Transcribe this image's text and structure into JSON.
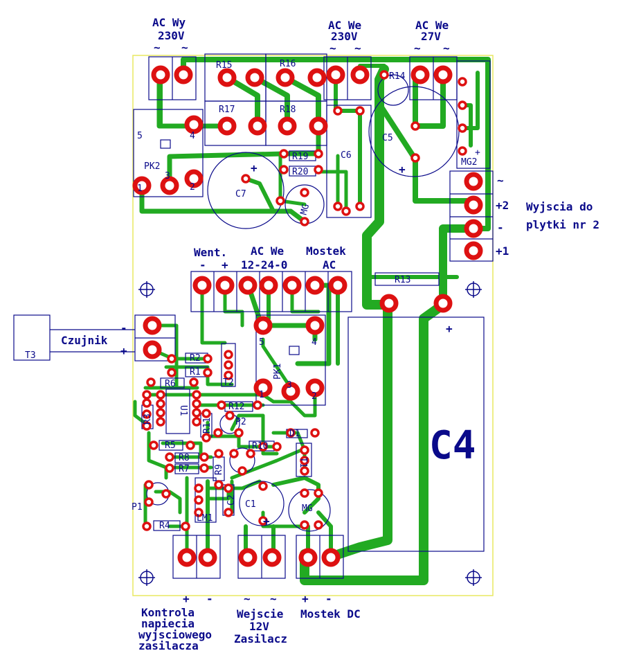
{
  "labels": {
    "ac_wy": "AC Wy",
    "ac_wy_v": "230V",
    "ac_we1": "AC We",
    "ac_we1_v": "230V",
    "ac_we2": "AC We",
    "ac_we2_v": "27V",
    "tilde": "~",
    "r15": "R15",
    "r16": "R16",
    "r17": "R17",
    "r18": "R18",
    "r14": "R14",
    "r19": "R19",
    "r20": "R20",
    "c6": "C6",
    "c5": "C5",
    "c7": "C7",
    "mg2": "MG2",
    "pk2": "PK2",
    "mg": "MG",
    "plus": "+",
    "minus": "-",
    "out_tilde": "~",
    "out_plus2": "+2",
    "out_minus": "-",
    "out_plus1": "+1",
    "wyjscia1": "Wyjscia do",
    "wyjscia2": "plytki nr 2",
    "went": "Went.",
    "acwe3": "AC We",
    "acwe3_v": "12-24-0",
    "mostek": "Mostek",
    "mostek_ac": "AC",
    "r13": "R13",
    "czujnik": "Czujnik",
    "t3": "T3",
    "r2": "R2",
    "r1": "R1",
    "t2": "T2",
    "r6": "R6",
    "u1": "U1",
    "r3": "R3",
    "r12": "R12",
    "r11": "R11",
    "p2": "P2",
    "pk1": "PK1",
    "d1": "D1",
    "r5": "R5",
    "r10": "R10",
    "r8": "R8",
    "r9": "R9",
    "r7": "R7",
    "t1": "T1",
    "p1": "P1",
    "c2": "C2",
    "c1": "C1",
    "lm1": "LM1",
    "r4": "R4",
    "c4": "C4",
    "kontrola1": "Kontrola",
    "kontrola2": "napiecia",
    "kontrola3": "wyjsciowego",
    "kontrola4": "zasilacza",
    "wejscie1": "Wejscie",
    "wejscie2": "12V",
    "wejscie3": "Zasilacz",
    "mostek_dc": "Mostek DC",
    "pk_pins": [
      "5",
      "4",
      "3",
      "2",
      "1"
    ]
  },
  "colors": {
    "trace": "#22aa22",
    "pad": "#dd1111",
    "silk": "#0a0a8a",
    "outline": "#e8e860"
  }
}
